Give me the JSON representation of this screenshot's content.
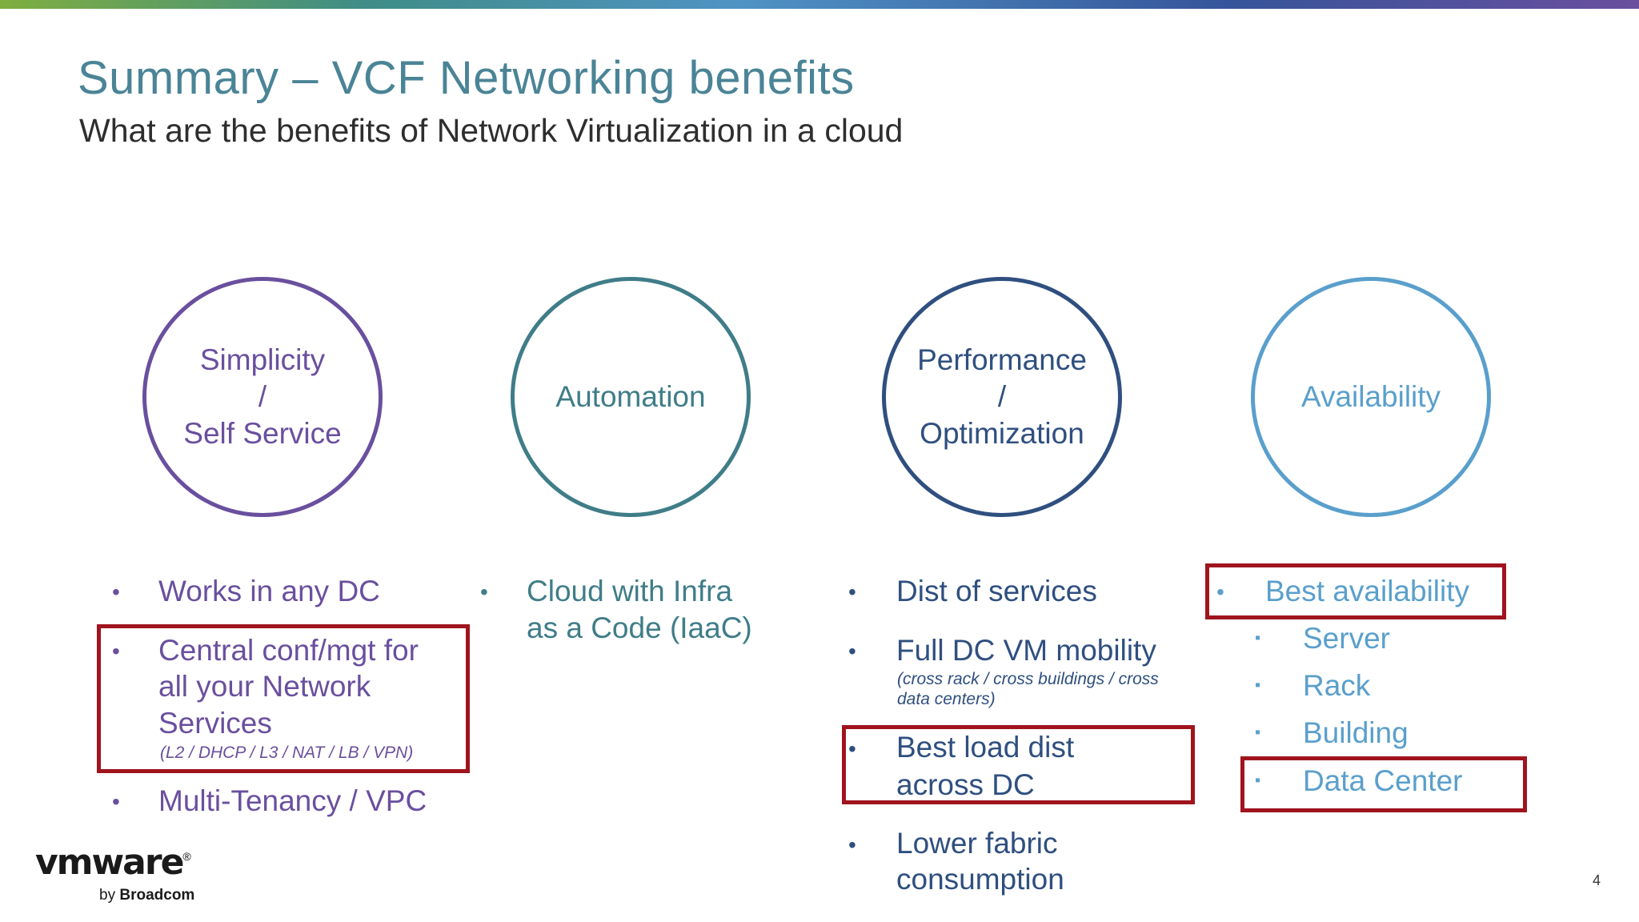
{
  "header": {
    "title": "Summary – VCF Networking benefits",
    "subtitle": "What are the benefits of Network Virtualization in a cloud"
  },
  "circles": [
    {
      "lines": [
        "Simplicity",
        "/",
        "Self Service"
      ],
      "color": "#6a4f9e"
    },
    {
      "lines": [
        "Automation"
      ],
      "color": "#3f7d88"
    },
    {
      "lines": [
        "Performance",
        "/",
        "Optimization"
      ],
      "color": "#2f4f7f"
    },
    {
      "lines": [
        "Availability"
      ],
      "color": "#5a9fcc"
    }
  ],
  "columns": {
    "simplicity": {
      "items": [
        {
          "text": "Works in any DC"
        },
        {
          "lines": [
            "Central conf/mgt for",
            "all your Network",
            "Services"
          ],
          "note": "(L2 / DHCP / L3 / NAT / LB / VPN)"
        },
        {
          "text": "Multi-Tenancy / VPC"
        }
      ]
    },
    "automation": {
      "items": [
        {
          "lines": [
            "Cloud with Infra",
            "as a Code (IaaC)"
          ]
        }
      ]
    },
    "performance": {
      "items": [
        {
          "text": "Dist of services"
        },
        {
          "text": "Full DC VM mobility",
          "note_lines": [
            "(cross rack / cross buildings / cross",
            "data centers)"
          ]
        },
        {
          "lines": [
            "Best load dist",
            "across DC"
          ]
        },
        {
          "lines": [
            "Lower fabric",
            "consumption"
          ]
        }
      ]
    },
    "availability": {
      "main": "Best availability",
      "sub_items": [
        "Server",
        "Rack",
        "Building",
        "Data Center"
      ]
    }
  },
  "bullets": {
    "round": "•",
    "square": "▪"
  },
  "highlight_color": "#a0141e",
  "footer": {
    "logo_text": "vmware",
    "logo_mark": "®",
    "by_text": "by",
    "by_brand": "Broadcom",
    "page_number": "4"
  }
}
